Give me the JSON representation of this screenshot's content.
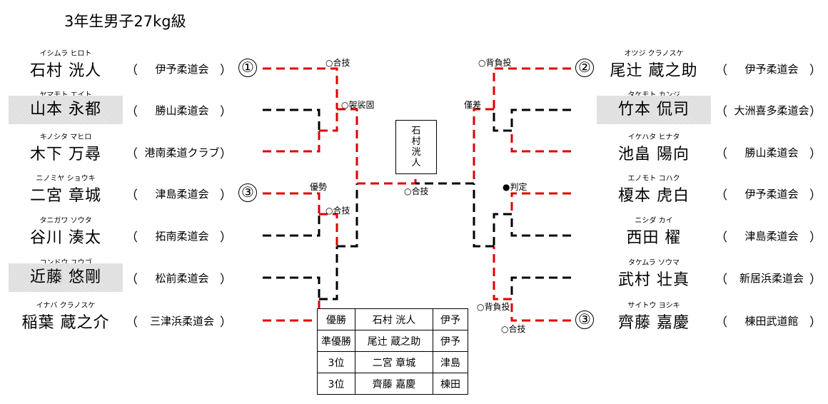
{
  "title": "3年生男子27kg級",
  "left": [
    {
      "kana": "イシムラ ヒロト",
      "name": "石村 洸人",
      "club": "伊予柔道会",
      "seed": "①",
      "highlight": false
    },
    {
      "kana": "ヤマモト エイト",
      "name": "山本 永都",
      "club": "勝山柔道会",
      "seed": "",
      "highlight": true
    },
    {
      "kana": "キノシタ マヒロ",
      "name": "木下 万尋",
      "club": "港南柔道クラブ",
      "seed": "",
      "highlight": false
    },
    {
      "kana": "ニノミヤ ショウキ",
      "name": "二宮 章城",
      "club": "津島柔道会",
      "seed": "③",
      "highlight": false
    },
    {
      "kana": "タニガワ ソウタ",
      "name": "谷川 湊太",
      "club": "拓南柔道会",
      "seed": "",
      "highlight": false
    },
    {
      "kana": "コンドウ ユウゴ",
      "name": "近藤 悠剛",
      "club": "松前柔道会",
      "seed": "",
      "highlight": true
    },
    {
      "kana": "イナバ クラノスケ",
      "name": "稲葉 蔵之介",
      "club": "三津浜柔道会",
      "club2": "三津浜柔道\n会",
      "seed": "",
      "highlight": false
    }
  ],
  "right": [
    {
      "kana": "オツジ クラノスケ",
      "name": "尾辻 蔵之助",
      "club": "伊予柔道会",
      "seed": "②",
      "highlight": false
    },
    {
      "kana": "タケモト カンジ",
      "name": "竹本 侃司",
      "club": "大洲喜多柔道会",
      "seed": "",
      "highlight": true
    },
    {
      "kana": "イケハタ ヒナタ",
      "name": "池畠 陽向",
      "club": "勝山柔道会",
      "seed": "",
      "highlight": false
    },
    {
      "kana": "エノモト コハク",
      "name": "榎本 虎白",
      "club": "伊予柔道会",
      "seed": "",
      "highlight": false
    },
    {
      "kana": "ニシダ カイ",
      "name": "西田 櫂",
      "club": "津島柔道会",
      "seed": "",
      "highlight": false
    },
    {
      "kana": "タケムラ ソウマ",
      "name": "武村 壮真",
      "club": "新居浜柔道会",
      "seed": "",
      "highlight": false
    },
    {
      "kana": "サイトウ ヨシキ",
      "name": "齊藤 嘉慶",
      "club": "棟田武道館",
      "seed": "③",
      "highlight": false
    }
  ],
  "paren_open": "（",
  "paren_close": "）",
  "notes": {
    "l1": "○合技",
    "l2": "○袈裟固",
    "l3": "優勢",
    "l4": "○合技",
    "final": "○合技",
    "r1": "○背負投",
    "r2": "僅差",
    "r3": "●判定",
    "r4": "○背負投",
    "r5": "○合技"
  },
  "champion": [
    "石",
    "村",
    "洸",
    "人"
  ],
  "results": [
    {
      "rank": "優勝",
      "name": "石村 洸人",
      "club": "伊予"
    },
    {
      "rank": "準優勝",
      "name": "尾辻 蔵之助",
      "club": "伊予"
    },
    {
      "rank": "3位",
      "name": "二宮 章城",
      "club": "津島"
    },
    {
      "rank": "3位",
      "name": "齊藤 嘉慶",
      "club": "棟田"
    }
  ],
  "colors": {
    "win": "#e00000",
    "loss": "#000000",
    "highlight": "#e6e6e6"
  }
}
